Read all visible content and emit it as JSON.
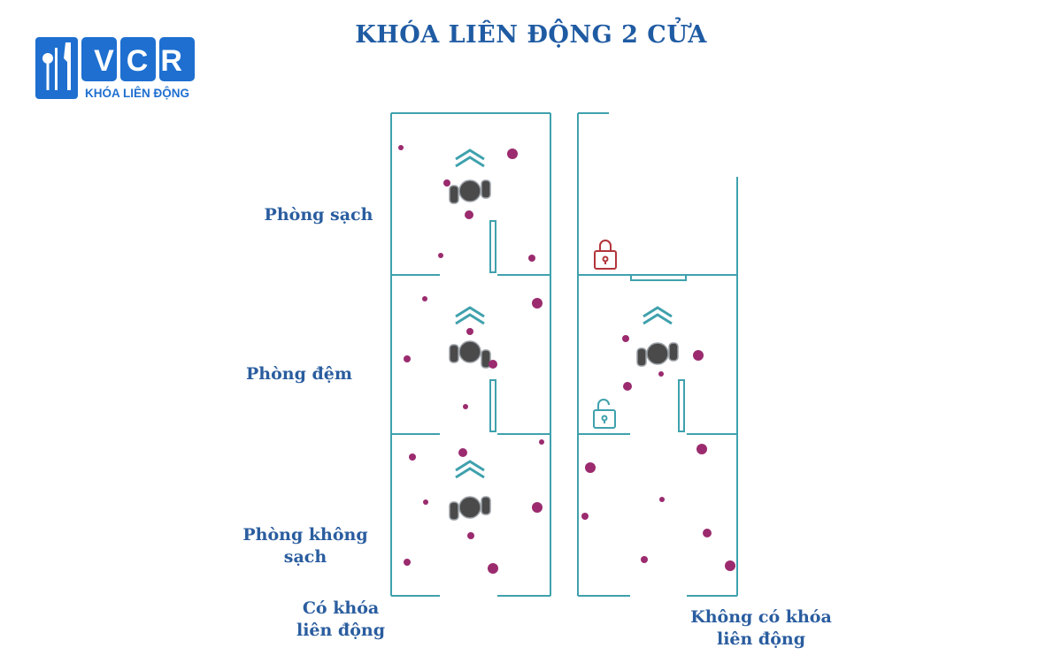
{
  "title": "KHÓA LIÊN ĐỘNG 2 CỬA",
  "logo": {
    "brand": "VCR",
    "tagline": "KHÓA LIÊN ĐỘNG",
    "color": "#1e6fd0"
  },
  "rooms": {
    "clean": "Phòng sạch",
    "buffer": "Phòng đệm",
    "unclean_line1": "Phòng không",
    "unclean_line2": "sạch"
  },
  "captions": {
    "with_lock_line1": "Có khóa",
    "with_lock_line2": "liên động",
    "without_lock_line1": "Không có khóa",
    "without_lock_line2": "liên động"
  },
  "colors": {
    "wall": "#3fa1ad",
    "particle": "#9b2b6e",
    "locked": "#b2353a",
    "unlocked": "#3fa1ad",
    "text": "#2a5d9f"
  }
}
